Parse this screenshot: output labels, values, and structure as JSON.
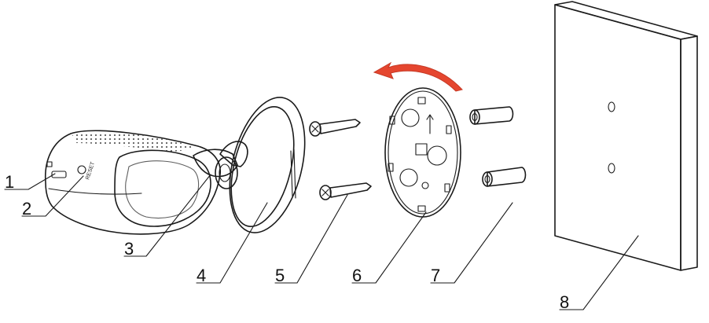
{
  "diagram": {
    "labels": [
      "1",
      "2",
      "3",
      "4",
      "5",
      "6",
      "7",
      "8"
    ],
    "reset_label": "RESET",
    "colors": {
      "arrow": "#e5462f",
      "stroke": "#1a1a1a",
      "camera_shell": "#ececec",
      "camera_face": "#b9b9b9",
      "wall": "#ffffff"
    }
  }
}
